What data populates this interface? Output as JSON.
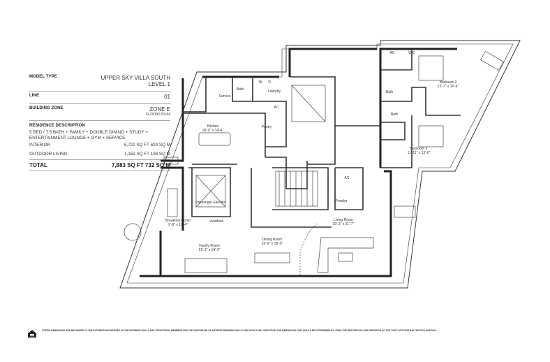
{
  "info": {
    "model_type_label": "MODEL TYPE",
    "model_type_value": "UPPER SKY VILLA SOUTH",
    "model_type_level": "LEVEL 1",
    "line_label": "LINE",
    "line_value": "01",
    "zone_label": "BUILDING ZONE",
    "zone_value": "ZONE E",
    "zone_floors": "FLOORS 53-54",
    "desc_label": "RESIDENCE DESCRIPTION",
    "desc_text": "5 BED / 7.5 BATH + FAMILY + DOUBLE DINING + STUDY + ENTERTAINMENT LOUNGE + GYM + SERVICE",
    "interior_label": "INTERIOR",
    "interior_value": "6,722 SQ FT 624 SQ M",
    "outdoor_label": "OUTDOOR LIVING",
    "outdoor_value": "1,161 SQ FT 108 SQ M",
    "total_label": "TOTAL",
    "total_value": "7,883 SQ FT 732 SQ M"
  },
  "rooms": {
    "service": "Service",
    "bath1": "Bath",
    "laundry": "Laundry",
    "w": "W",
    "d": "D",
    "ac1": "AC",
    "kitchen": "Kitchen",
    "kitchen_dim": "18'-0\" x 14'-4\"",
    "pantry": "Pantry",
    "elevator": "Passenger Elevator",
    "breakfast": "Breakfast Room",
    "breakfast_dim": "9'-9\" x 16'-4\"",
    "vestibule": "Vestibule",
    "family": "Family Room",
    "family_dim": "21'-3\" x 14'-2\"",
    "dining": "Dining Room",
    "dining_dim": "19'-9\" x 18'-0\"",
    "living": "Living Room",
    "living_dim": "20'-3\" x 21'-7\"",
    "ac2": "AC",
    "powder": "Powder",
    "ac3": "AC",
    "wic": "WIC",
    "bedroom2": "Bedroom 2",
    "bedroom2_dim": "13'-7\" x 16'-4\"",
    "bath2": "Bath",
    "bath3": "Bath",
    "bedroom3": "Bedroom 3",
    "bedroom3_dim": "11'-11\" x 13'-6\""
  },
  "disclaimer": "STATED DIMENSIONS ARE MEASURED TO THE EXTERIOR BOUNDARIES OF THE EXTERIOR WALLS AND STRUCTURAL MEMBERS AND THE CENTERLINE OF INTERIOR DEMISING WALLS AND IN FACT MAY VARY FROM THE DIMENSIONS THAT WOULD BE DETERMINED BY USING THE DESCRIPTION AND DEFINITION OF THE \"UNIT\" SET FORTH IN THE DECLARATION..."
}
